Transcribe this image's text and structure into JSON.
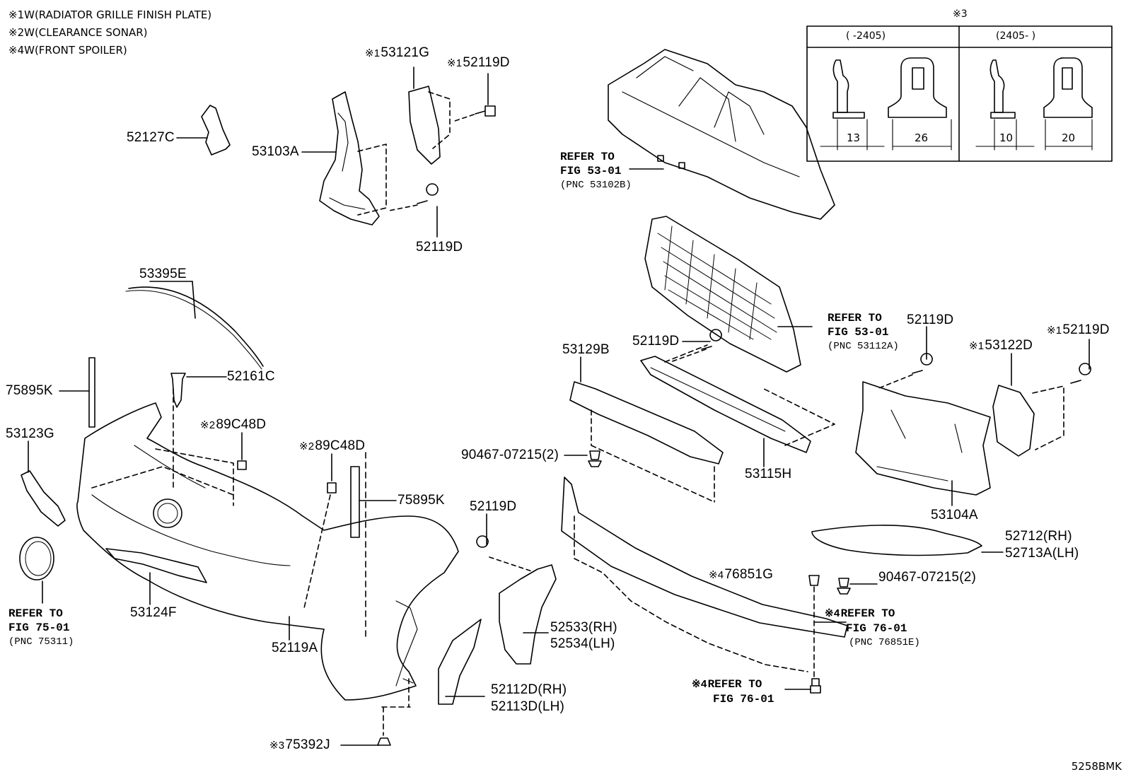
{
  "notes": [
    {
      "mark": "※1",
      "text": "W(RADIATOR GRILLE FINISH PLATE)"
    },
    {
      "mark": "※2",
      "text": "W(CLEARANCE SONAR)"
    },
    {
      "mark": "※4",
      "text": "W(FRONT SPOILER)"
    }
  ],
  "inset": {
    "title": "※3",
    "col_left": "(     -2405)",
    "col_right": "(2405-     )",
    "dims": [
      "13",
      "26",
      "10",
      "20"
    ]
  },
  "parts": {
    "p53121G": {
      "mark": "※1",
      "number": "53121G"
    },
    "p52119D_top": {
      "mark": "※1",
      "number": "52119D"
    },
    "p52127C": {
      "number": "52127C"
    },
    "p53103A": {
      "number": "53103A"
    },
    "p52119D_b": {
      "number": "52119D"
    },
    "p53395E": {
      "number": "53395E"
    },
    "p52161C": {
      "number": "52161C"
    },
    "p75895K_l": {
      "number": "75895K"
    },
    "p89C48D_a": {
      "mark": "※2",
      "number": "89C48D"
    },
    "p89C48D_b": {
      "mark": "※2",
      "number": "89C48D"
    },
    "p53123G": {
      "number": "53123G"
    },
    "p75895K_r": {
      "number": "75895K"
    },
    "p53124F": {
      "number": "53124F"
    },
    "p52119A": {
      "number": "52119A"
    },
    "p52119D_c": {
      "number": "52119D"
    },
    "p52533": {
      "number": "52533(RH)"
    },
    "p52534": {
      "number": "52534(LH)"
    },
    "p52112D": {
      "number": "52112D(RH)"
    },
    "p52113D": {
      "number": "52113D(LH)"
    },
    "p75392J": {
      "mark": "※3",
      "number": "75392J"
    },
    "p53129B": {
      "number": "53129B"
    },
    "p52119D_d": {
      "number": "52119D"
    },
    "p90467_a": {
      "number": "90467-07215(2)"
    },
    "p53115H": {
      "number": "53115H"
    },
    "p52119D_e": {
      "number": "52119D"
    },
    "p53122D": {
      "mark": "※1",
      "number": "53122D"
    },
    "p52119D_f": {
      "mark": "※1",
      "number": "52119D"
    },
    "p53104A": {
      "number": "53104A"
    },
    "p52712": {
      "number": "52712(RH)"
    },
    "p52713A": {
      "number": "52713A(LH)"
    },
    "p76851G": {
      "mark": "※4",
      "number": "76851G"
    },
    "p90467_b": {
      "number": "90467-07215(2)"
    }
  },
  "refs": {
    "r53102B": {
      "l1": "REFER TO",
      "l2": "FIG 53-01",
      "l3": "(PNC 53102B)"
    },
    "r53112A": {
      "l1": "REFER TO",
      "l2": "FIG 53-01",
      "l3": "(PNC 53112A)"
    },
    "r75311": {
      "l1": "REFER TO",
      "l2": "FIG 75-01",
      "l3": "(PNC 75311)"
    },
    "r76851E": {
      "mark": "※4",
      "l1": "REFER TO",
      "l2": "FIG 76-01",
      "l3": "(PNC 76851E)"
    },
    "r7601": {
      "mark": "※4",
      "l1": "REFER TO",
      "l2": "FIG 76-01"
    }
  },
  "diagram_code": "5258BMK"
}
